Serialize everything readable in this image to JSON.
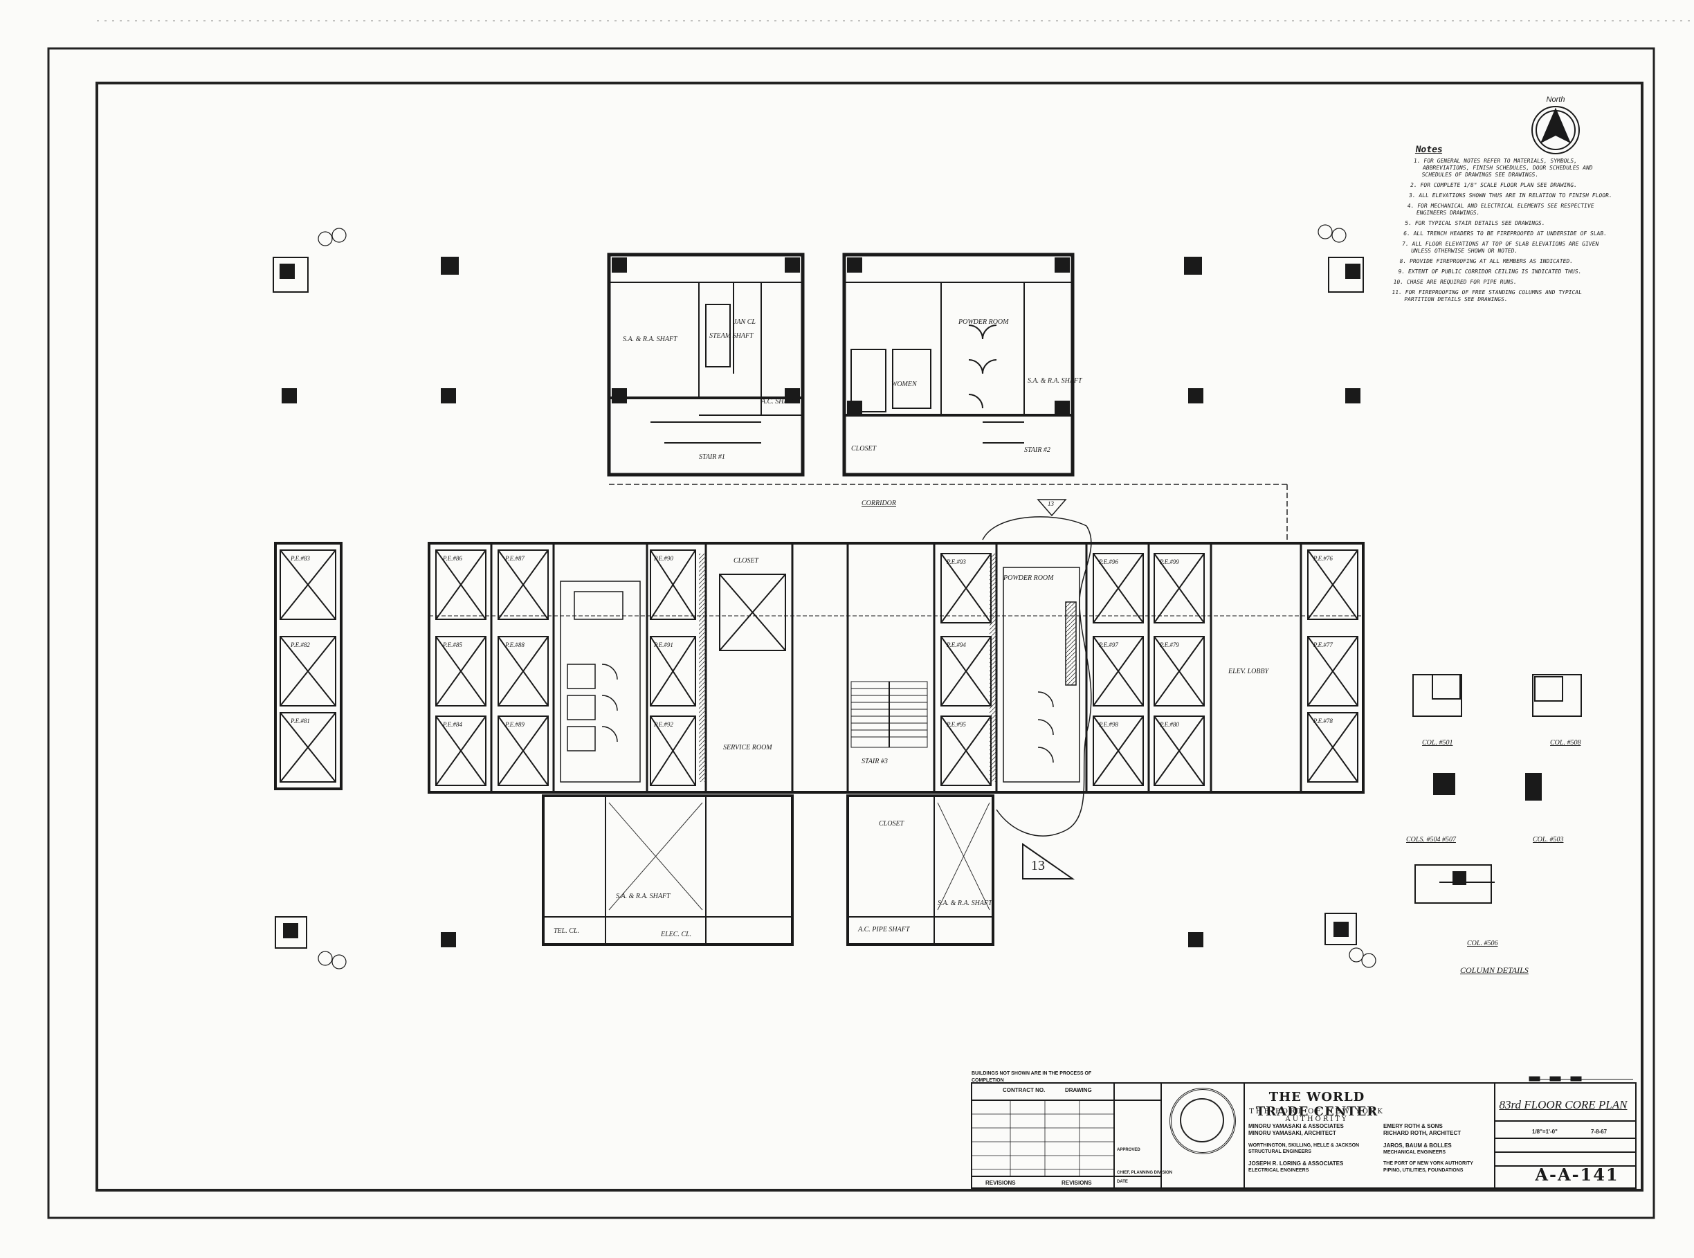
{
  "north_label": "North",
  "notes": {
    "heading": "Notes",
    "items": [
      "FOR GENERAL NOTES REFER TO MATERIALS, SYMBOLS, ABBREVIATIONS, FINISH SCHEDULES, DOOR SCHEDULES AND SCHEDULES OF DRAWINGS SEE DRAWINGS.",
      "FOR COMPLETE 1/8\" SCALE FLOOR PLAN SEE DRAWING.",
      "ALL ELEVATIONS SHOWN THUS ARE IN RELATION TO FINISH FLOOR.",
      "FOR MECHANICAL AND ELECTRICAL ELEMENTS SEE RESPECTIVE ENGINEERS DRAWINGS.",
      "FOR TYPICAL STAIR DETAILS SEE DRAWINGS.",
      "ALL TRENCH HEADERS TO BE FIREPROOFED AT UNDERSIDE OF SLAB.",
      "ALL FLOOR ELEVATIONS AT TOP OF SLAB ELEVATIONS ARE GIVEN UNLESS OTHERWISE SHOWN OR NOTED.",
      "PROVIDE FIREPROOFING AT ALL MEMBERS AS INDICATED.",
      "EXTENT OF PUBLIC CORRIDOR CEILING IS INDICATED THUS.",
      "CHASE ARE REQUIRED FOR PIPE RUNS.",
      "FOR FIREPROOFING OF FREE STANDING COLUMNS AND TYPICAL PARTITION DETAILS SEE DRAWINGS."
    ]
  },
  "labels": {
    "corridor": "CORRIDOR",
    "powder_room_n": "POWDER ROOM",
    "powder_room_c": "POWDER ROOM",
    "women": "WOMEN",
    "closet_n": "CLOSET",
    "closet_c1": "CLOSET",
    "closet_c2": "CLOSET",
    "service_room": "SERVICE ROOM",
    "elev_lobby": "ELEV. LOBBY",
    "stair1": "STAIR #1",
    "stair2": "STAIR #2",
    "stair3": "STAIR #3",
    "janitor": "JAN CL",
    "steam_shaft": "STEAM SHAFT",
    "sa_ra_shaft_nw": "S.A. & R.A. SHAFT",
    "sa_ra_shaft_ne": "S.A. & R.A. SHAFT",
    "sa_ra_shaft_sw": "S.A. & R.A. SHAFT",
    "sa_ra_shaft_sc": "S.A. & R.A. SHAFT",
    "ac_shaft": "A.C. SHAFT",
    "ac_pipe_shaft": "A.C. PIPE SHAFT",
    "tel_closet": "TEL. CL.",
    "elec_cl": "ELEC. CL.",
    "col_501": "COL. #501",
    "col_508": "COL. #508",
    "col_503": "COL. #503",
    "col_506": "COL. #506",
    "col_507": "COLS. #504 #507",
    "column_details": "COLUMN DETAILS",
    "tag_13_top": "13",
    "tag_13_bottom": "13"
  },
  "elevators": {
    "left_bank": [
      "P.E.#83",
      "P.E.#82",
      "P.E.#81"
    ],
    "west_a": [
      "P.E.#86",
      "P.E.#85",
      "P.E.#84"
    ],
    "west_b": [
      "P.E.#87",
      "P.E.#88",
      "P.E.#89"
    ],
    "west_c": [
      "P.E.#90",
      "P.E.#91",
      "P.E.#92"
    ],
    "east_a": [
      "P.E.#93",
      "P.E.#94",
      "P.E.#95"
    ],
    "east_b": [
      "P.E.#96",
      "P.E.#97",
      "P.E.#98"
    ],
    "east_c": [
      "P.E.#99",
      "P.E.#79",
      "P.E.#80"
    ],
    "right_bank": [
      "P.E.#76",
      "P.E.#77",
      "P.E.#78"
    ]
  },
  "title_block": {
    "project": "THE WORLD TRADE CENTER",
    "owner": "THE PORT OF NEW YORK AUTHORITY",
    "architect_1": "MINORU YAMASAKI & ASSOCIATES",
    "architect_1b": "MINORU YAMASAKI, ARCHITECT",
    "architect_2": "EMERY ROTH & SONS",
    "architect_2b": "RICHARD ROTH, ARCHITECT",
    "structural": "WORTHINGTON, SKILLING, HELLE & JACKSON",
    "structural_b": "STRUCTURAL ENGINEERS",
    "mechanical": "JAROS, BAUM & BOLLES",
    "mechanical_b": "MECHANICAL ENGINEERS",
    "electrical": "JOSEPH R. LORING & ASSOCIATES",
    "electrical_b": "ELECTRICAL ENGINEERS",
    "utilities": "THE PORT OF NEW YORK AUTHORITY",
    "utilities_b": "PIPING, UTILITIES, FOUNDATIONS",
    "drawing_title": "83rd FLOOR CORE PLAN",
    "sheet_number": "A-A-141",
    "revisions_label": "REVISIONS",
    "revisions_label_2": "REVISIONS",
    "contract_label": "CONTRACT NO.",
    "drawing_label": "DRAWING",
    "approved_label": "APPROVED",
    "chief_label": "CHIEF, PLANNING DIVISION",
    "date_label": "DATE",
    "scale_value": "1/8\"=1'-0\"",
    "date_value": "7-8-67",
    "note_top": "BUILDINGS NOT SHOWN ARE IN THE PROCESS OF COMPLETION"
  },
  "colors": {
    "ink": "#1a1a1a",
    "paper": "#fbfbf9"
  }
}
